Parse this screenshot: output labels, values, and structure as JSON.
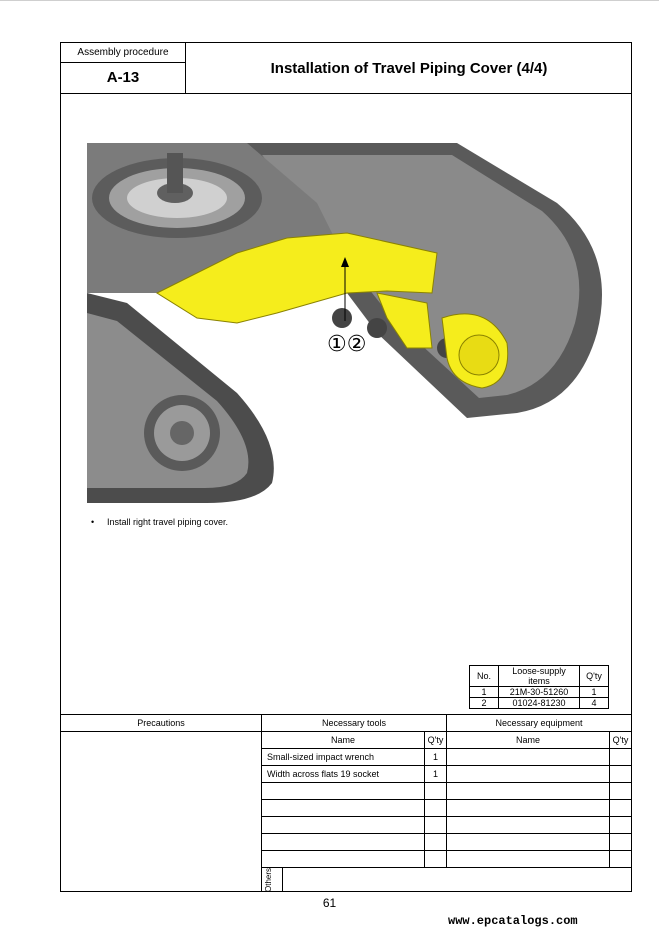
{
  "header": {
    "label": "Assembly procedure",
    "code": "A-13",
    "title": "Installation of Travel Piping Cover (4/4)"
  },
  "figure": {
    "callout": "①②"
  },
  "instructions": [
    "Install right travel piping cover."
  ],
  "parts_table": {
    "headers": [
      "No.",
      "Loose-supply items",
      "Q'ty"
    ],
    "rows": [
      [
        "1",
        "21M-30-51260",
        "1"
      ],
      [
        "2",
        "01024-81230",
        "4"
      ]
    ]
  },
  "sections": {
    "precautions": "Precautions",
    "tools": "Necessary tools",
    "equipment": "Necessary equipment",
    "name": "Name",
    "qty": "Q'ty",
    "others": "Others"
  },
  "tools": [
    {
      "name": "Small-sized impact wrench",
      "qty": "1"
    },
    {
      "name": "Width across flats 19 socket",
      "qty": "1"
    }
  ],
  "footer": {
    "page": "61",
    "site": "www.epcatalogs.com"
  },
  "colors": {
    "highlight": "#f5ed1c",
    "machine_dark": "#4a4a4a",
    "machine_mid": "#7a7a7a",
    "machine_light": "#a8a8a8"
  }
}
